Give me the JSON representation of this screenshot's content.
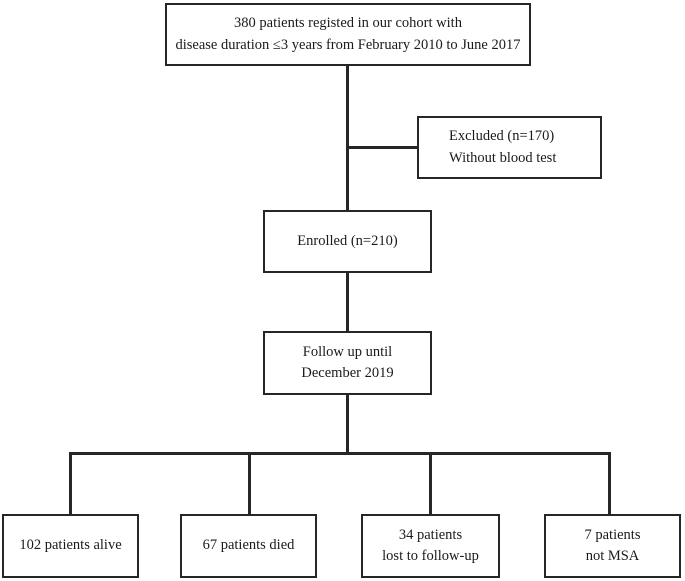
{
  "diagram": {
    "title": "Patient cohort study flow diagram",
    "line_color": "#262626",
    "background_color": "#ffffff",
    "nodes": {
      "registered": {
        "label": "380 patients registed in our cohort  with\ndisease duration ≤3 years from February 2010 to June 2017",
        "count": 380
      },
      "excluded": {
        "label": "Excluded (n=170)\nWithout blood test",
        "count": 170
      },
      "enrolled": {
        "label": "Enrolled (n=210)",
        "count": 210
      },
      "followup": {
        "label": "Follow up until\nDecember 2019"
      },
      "alive": {
        "label": "102 patients alive",
        "count": 102
      },
      "died": {
        "label": "67 patients died",
        "count": 67
      },
      "lost": {
        "label": "34 patients\nlost to follow-up",
        "count": 34
      },
      "not_msa": {
        "label": "7 patients\nnot MSA",
        "count": 7
      }
    }
  }
}
